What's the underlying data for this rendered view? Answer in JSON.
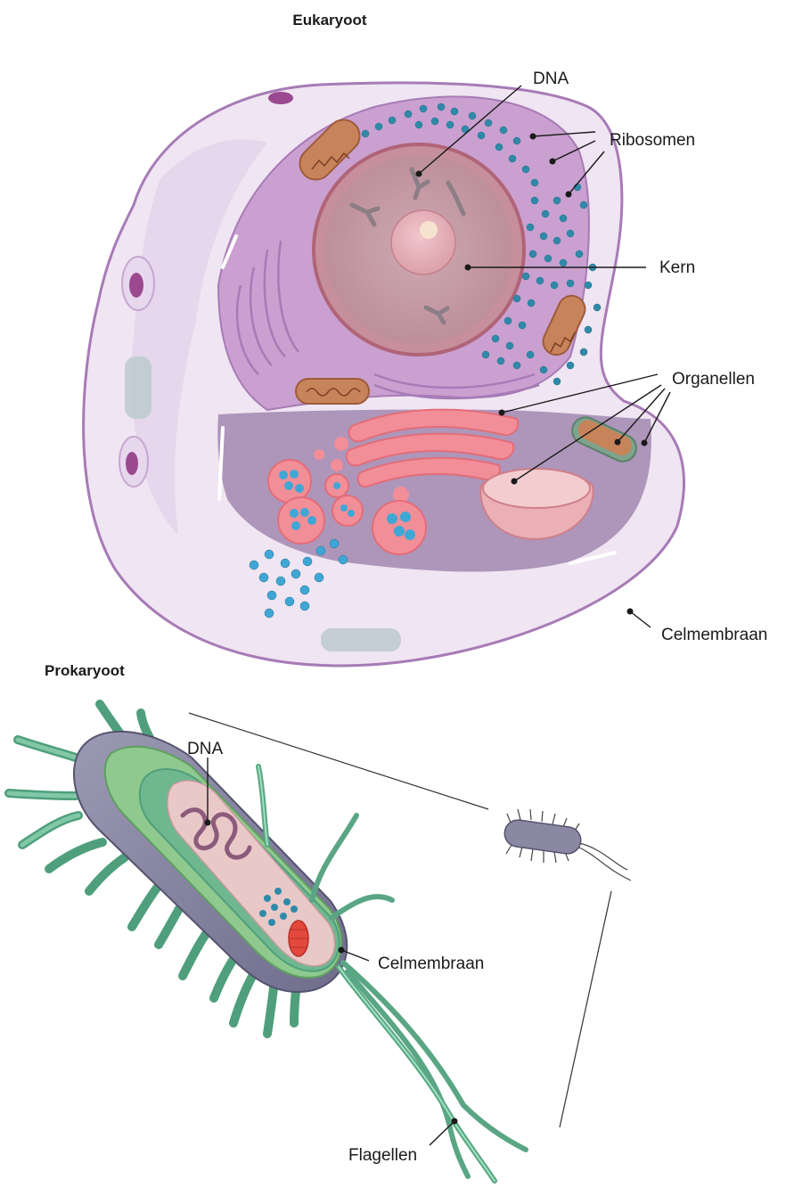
{
  "eukaryote": {
    "title": "Eukaryoot",
    "labels": {
      "dna": "DNA",
      "ribosomes": "Ribosomen",
      "nucleus": "Kern",
      "organelles": "Organellen",
      "cell_membrane": "Celmembraan"
    }
  },
  "prokaryote": {
    "title": "Prokaryoot",
    "labels": {
      "dna": "DNA",
      "cell_membrane": "Celmembraan",
      "flagella": "Flagellen"
    }
  },
  "colors": {
    "cytoplasm": "#efe3f1",
    "membrane": "#a77bb6",
    "er": "#c89acb",
    "nucleus": "#c9a0aa",
    "nucleolus": "#e6b6be",
    "golgi": "#f08a93",
    "mitochondrion": "#c7835a",
    "ribosome": "#2f8aa8",
    "interior": "#a78fb5",
    "bacterium_body": "#8a88a3",
    "bacterium_green": "#8fc98e",
    "flagellum": "#6cc29a",
    "bacterium_inner": "#e9c8c8"
  }
}
